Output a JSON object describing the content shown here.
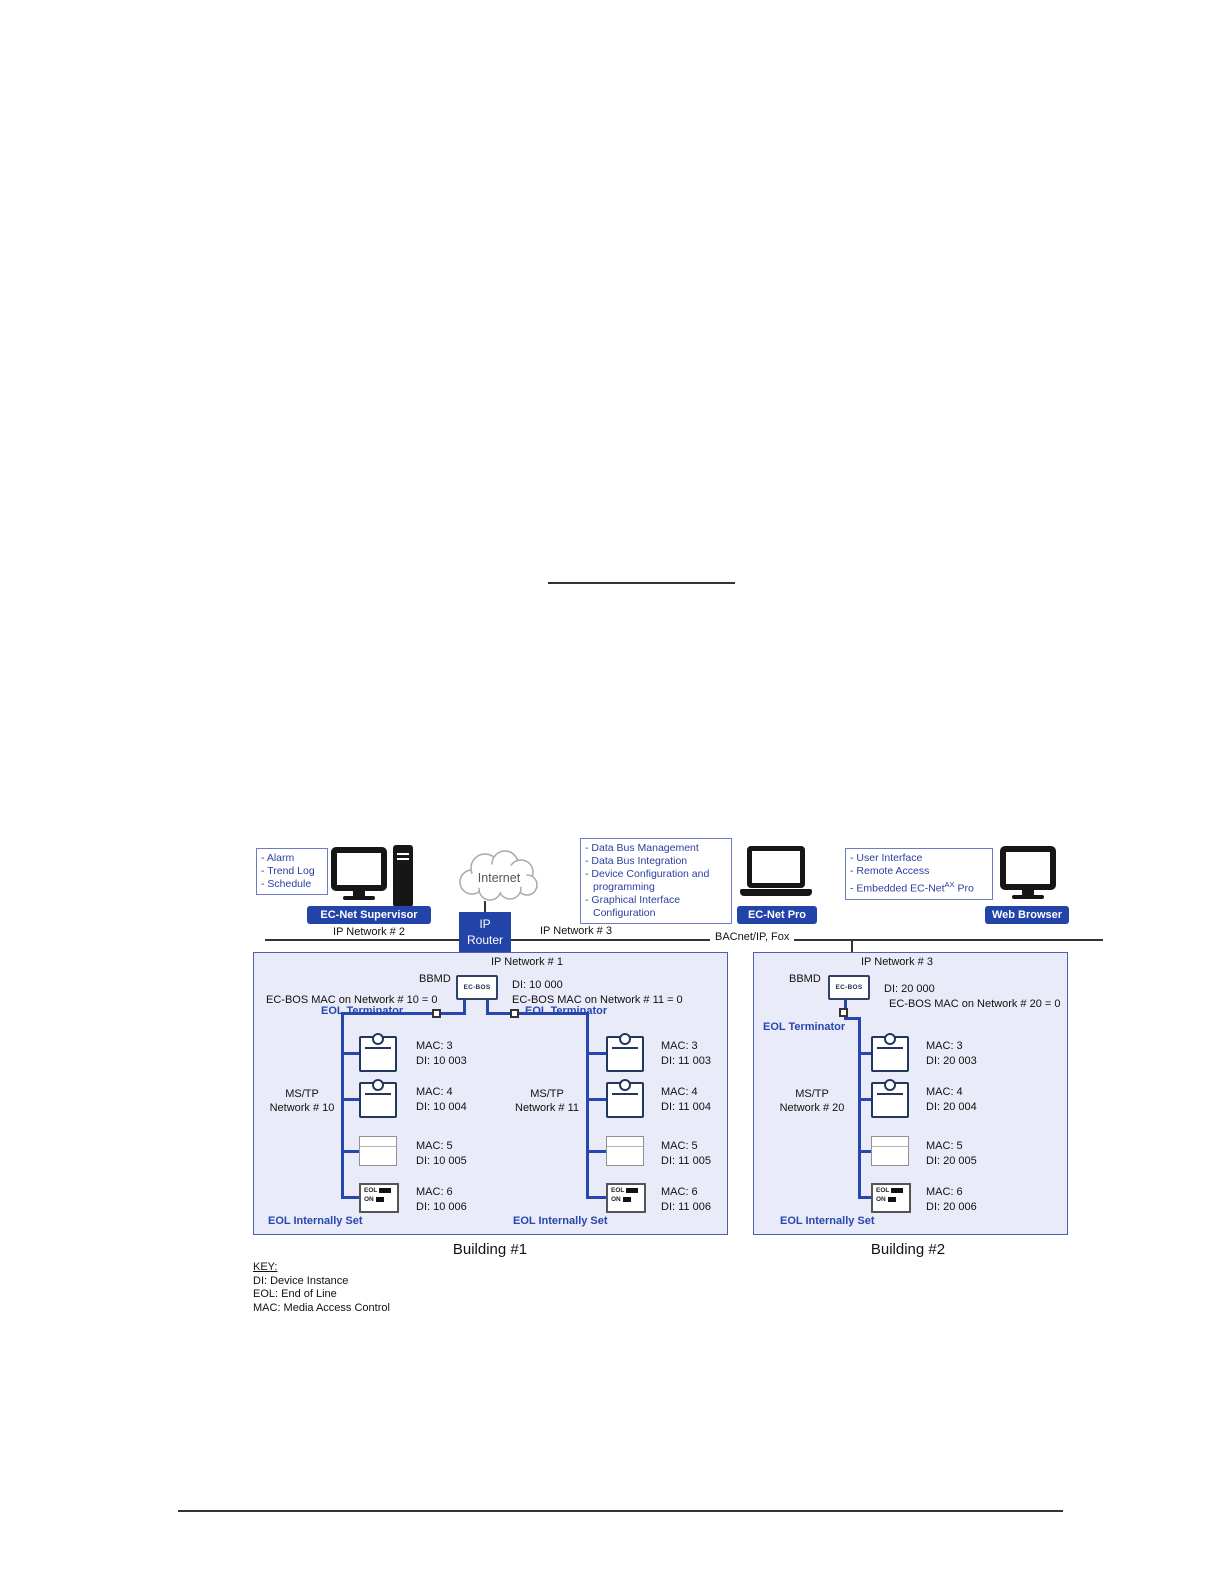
{
  "top": {
    "supervisor": {
      "features": [
        "- Alarm",
        "- Trend Log",
        "- Schedule"
      ],
      "badge": "EC-Net Supervisor",
      "network": "IP Network # 2"
    },
    "internet": "Internet",
    "router": {
      "line1": "IP",
      "line2": "Router"
    },
    "pro": {
      "features": [
        "- Data Bus Management",
        "- Data Bus Integration",
        "- Device Configuration and programming",
        "- Graphical Interface Configuration"
      ],
      "badge": "EC-Net Pro"
    },
    "web": {
      "features": [
        "- User Interface",
        "- Remote Access"
      ],
      "embedded_pre": "- Embedded EC-Net",
      "embedded_sup": "AX",
      "embedded_post": " Pro",
      "badge": "Web Browser"
    },
    "net3": "IP Network # 3",
    "bacnet": "BACnet/IP, Fox"
  },
  "b1": {
    "ip_net": "IP Network # 1",
    "bbmd": "BBMD",
    "ecbos": "EC-BOS",
    "di": "DI: 10 000",
    "mac_left": "EC-BOS MAC on Network # 10 = 0",
    "mac_right": "EC-BOS MAC on Network # 11 = 0",
    "eol_term": "EOL Terminator",
    "c1": {
      "mstp1": "MS/TP",
      "mstp2": "Network # 10",
      "eol_set": "EOL Internally Set",
      "devices": [
        {
          "mac": "MAC: 3",
          "di": "DI: 10 003"
        },
        {
          "mac": "MAC: 4",
          "di": "DI: 10 004"
        },
        {
          "mac": "MAC: 5",
          "di": "DI: 10 005"
        },
        {
          "mac": "MAC: 6",
          "di": "DI: 10 006"
        }
      ]
    },
    "c2": {
      "mstp1": "MS/TP",
      "mstp2": "Network # 11",
      "eol_set": "EOL Internally Set",
      "devices": [
        {
          "mac": "MAC: 3",
          "di": "DI: 11 003"
        },
        {
          "mac": "MAC: 4",
          "di": "DI: 11 004"
        },
        {
          "mac": "MAC: 5",
          "di": "DI: 11 005"
        },
        {
          "mac": "MAC: 6",
          "di": "DI: 11 006"
        }
      ]
    },
    "caption": "Building #1"
  },
  "b2": {
    "ip_net": "IP Network # 3",
    "bbmd": "BBMD",
    "ecbos": "EC-BOS",
    "di": "DI: 20 000",
    "mac": "EC-BOS MAC on Network # 20 = 0",
    "eol_term": "EOL Terminator",
    "c1": {
      "mstp1": "MS/TP",
      "mstp2": "Network # 20",
      "eol_set": "EOL Internally Set",
      "devices": [
        {
          "mac": "MAC: 3",
          "di": "DI: 20 003"
        },
        {
          "mac": "MAC: 4",
          "di": "DI: 20 004"
        },
        {
          "mac": "MAC: 5",
          "di": "DI: 20 005"
        },
        {
          "mac": "MAC: 6",
          "di": "DI: 20 006"
        }
      ]
    },
    "caption": "Building #2"
  },
  "eol_device": {
    "line1": "EOL",
    "line2": "ON"
  },
  "key": {
    "title": "KEY:",
    "items": [
      "DI: Device Instance",
      "EOL: End of Line",
      "MAC: Media Access Control"
    ]
  }
}
